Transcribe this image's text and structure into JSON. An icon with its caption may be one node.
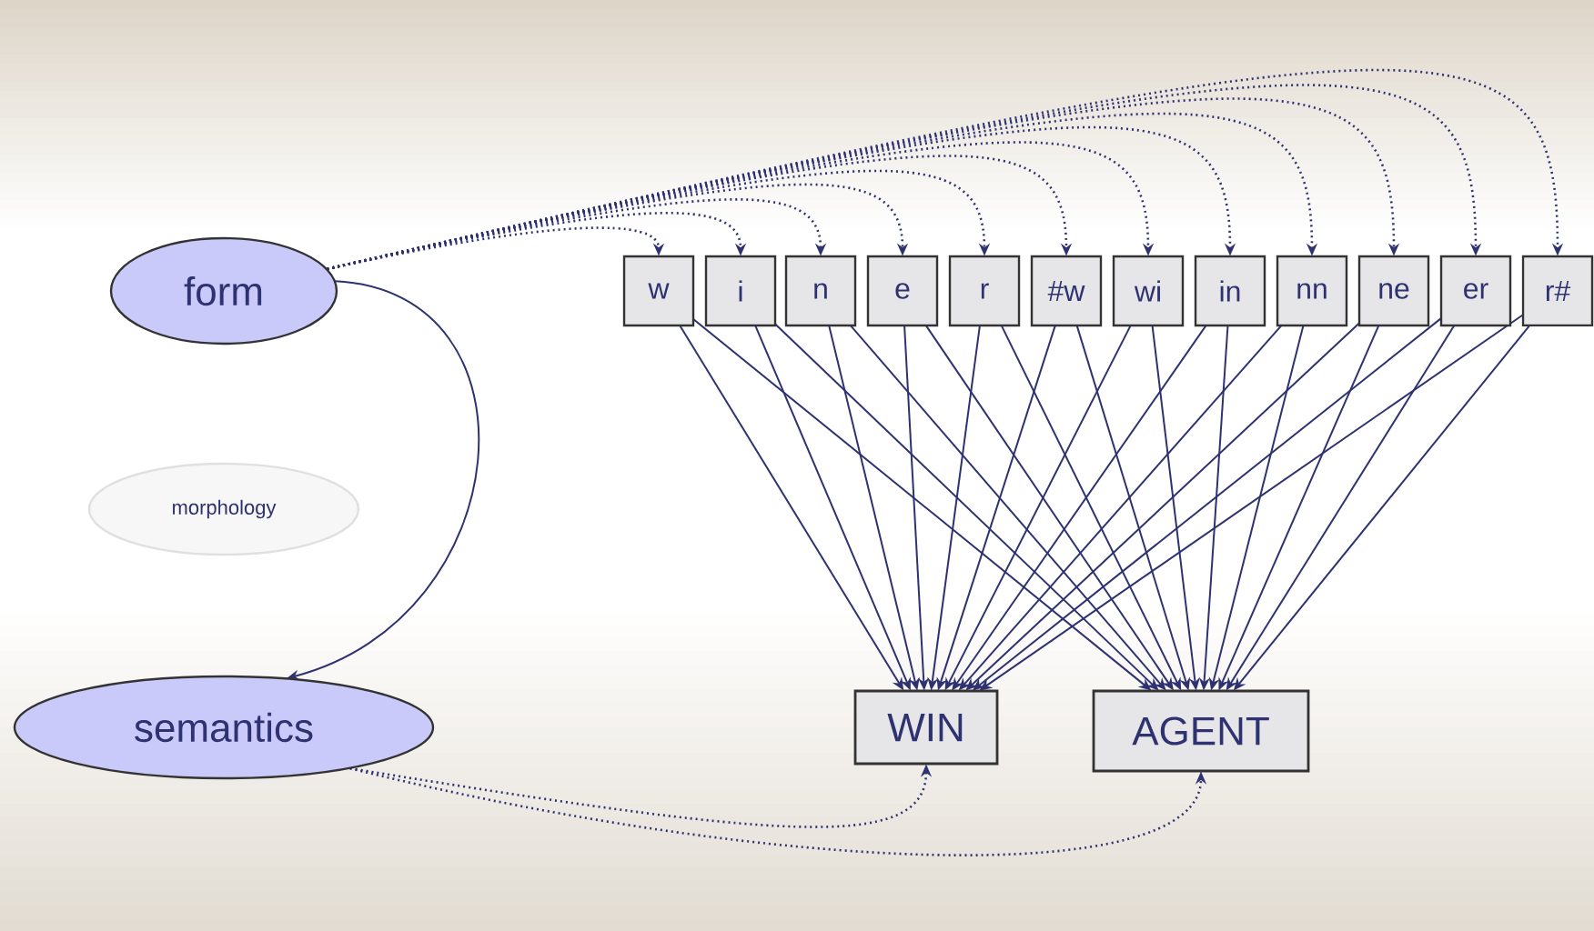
{
  "diagram": {
    "nodes": [
      {
        "text": [
          "form"
        ]
      },
      {
        "text": [
          "morphology"
        ]
      },
      {
        "text": [
          "semantics"
        ]
      },
      {
        "text": [
          "w"
        ]
      },
      {
        "text": [
          "i"
        ]
      },
      {
        "text": [
          "n"
        ]
      },
      {
        "text": [
          "e"
        ]
      },
      {
        "text": [
          "r"
        ]
      },
      {
        "text": [
          "#w"
        ]
      },
      {
        "text": [
          "wi"
        ]
      },
      {
        "text": [
          "in"
        ]
      },
      {
        "text": [
          "nn"
        ]
      },
      {
        "text": [
          "ne"
        ]
      },
      {
        "text": [
          "er"
        ]
      },
      {
        "text": [
          "r#"
        ]
      },
      {
        "text": [
          "WIN"
        ]
      },
      {
        "text": [
          "AGENT"
        ]
      }
    ],
    "edges": [
      {
        "from": 0,
        "to": 2,
        "arrow": "to"
      },
      {
        "from": 0,
        "to": 3,
        "arrow": "to",
        "style": "dashed"
      },
      {
        "from": 0,
        "to": 4,
        "arrow": "to",
        "style": "dashed"
      },
      {
        "from": 0,
        "to": 5,
        "arrow": "to",
        "style": "dashed"
      },
      {
        "from": 0,
        "to": 6,
        "arrow": "to",
        "style": "dashed"
      },
      {
        "from": 0,
        "to": 7,
        "arrow": "to",
        "style": "dashed"
      },
      {
        "from": 0,
        "to": 8,
        "arrow": "to",
        "style": "dashed"
      },
      {
        "from": 0,
        "to": 9,
        "arrow": "to",
        "style": "dashed"
      },
      {
        "from": 0,
        "to": 10,
        "arrow": "to",
        "style": "dashed"
      },
      {
        "from": 0,
        "to": 11,
        "arrow": "to",
        "style": "dashed"
      },
      {
        "from": 0,
        "to": 12,
        "arrow": "to",
        "style": "dashed"
      },
      {
        "from": 0,
        "to": 13,
        "arrow": "to",
        "style": "dashed"
      },
      {
        "from": 0,
        "to": 14,
        "arrow": "to",
        "style": "dashed"
      },
      {
        "from": 3,
        "to": 15,
        "arrow": "to"
      },
      {
        "from": 3,
        "to": 16,
        "arrow": "to"
      },
      {
        "from": 4,
        "to": 15,
        "arrow": "to"
      },
      {
        "from": 4,
        "to": 16,
        "arrow": "to"
      },
      {
        "from": 5,
        "to": 15,
        "arrow": "to"
      },
      {
        "from": 5,
        "to": 16,
        "arrow": "to"
      },
      {
        "from": 6,
        "to": 15,
        "arrow": "to"
      },
      {
        "from": 6,
        "to": 16,
        "arrow": "to"
      },
      {
        "from": 7,
        "to": 15,
        "arrow": "to"
      },
      {
        "from": 7,
        "to": 16,
        "arrow": "to"
      },
      {
        "from": 8,
        "to": 15,
        "arrow": "to"
      },
      {
        "from": 8,
        "to": 16,
        "arrow": "to"
      },
      {
        "from": 9,
        "to": 15,
        "arrow": "to"
      },
      {
        "from": 9,
        "to": 16,
        "arrow": "to"
      },
      {
        "from": 10,
        "to": 15,
        "arrow": "to"
      },
      {
        "from": 10,
        "to": 16,
        "arrow": "to"
      },
      {
        "from": 11,
        "to": 15,
        "arrow": "to"
      },
      {
        "from": 11,
        "to": 16,
        "arrow": "to"
      },
      {
        "from": 12,
        "to": 15,
        "arrow": "to"
      },
      {
        "from": 12,
        "to": 16,
        "arrow": "to"
      },
      {
        "from": 13,
        "to": 15,
        "arrow": "to"
      },
      {
        "from": 13,
        "to": 16,
        "arrow": "to"
      },
      {
        "from": 14,
        "to": 15,
        "arrow": "to"
      },
      {
        "from": 14,
        "to": 16,
        "arrow": "to"
      },
      {
        "from": 2,
        "to": 15,
        "arrow": "to",
        "style": "dashed"
      },
      {
        "from": 2,
        "to": 16,
        "arrow": "to",
        "style": "dashed"
      }
    ]
  }
}
